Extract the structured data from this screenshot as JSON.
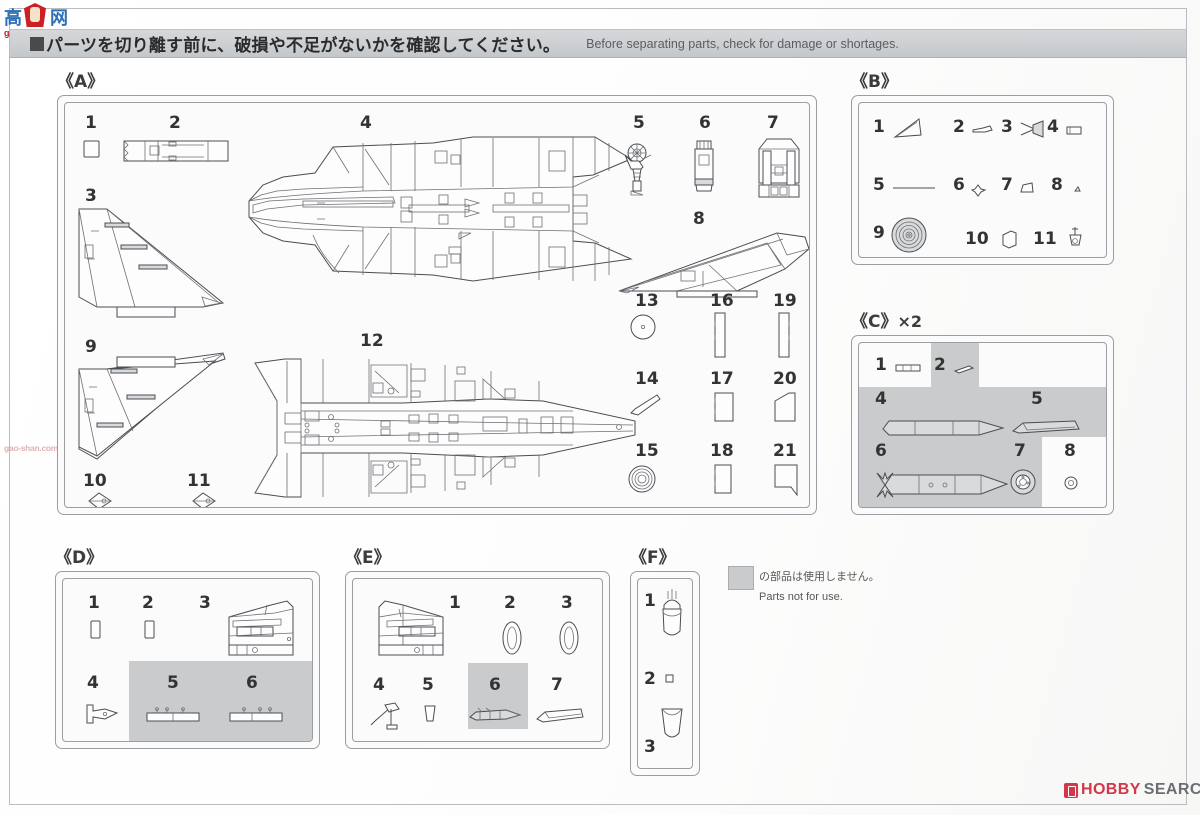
{
  "header": {
    "marker_icon": "filled-square-bullet",
    "jp_text": "パーツを切り離す前に、破損や不足がないかを確認してください。",
    "en_text": "Before separating parts, check for damage or shortages."
  },
  "legend": {
    "swatch_color": "#c9cbcc",
    "jp_text": "の部品は使用しません。",
    "en_text": "Parts not for use."
  },
  "watermark_top": {
    "cjk_left": "高",
    "cjk_right": "网",
    "domain": "gao-shan.com"
  },
  "watermark_mid": {
    "domain": "gao-shan.com"
  },
  "footer_logo": {
    "mark_icon": "hobbysearch-mark-icon",
    "hobby": "HOBBY",
    "search": "SEARCH"
  },
  "sprues": [
    {
      "id": "A",
      "label": "《A》",
      "multiplier": "",
      "parts": [
        {
          "n": "1",
          "shape": "small-square-block"
        },
        {
          "n": "2",
          "shape": "nose-gear-strut"
        },
        {
          "n": "3",
          "shape": "left-wing-upper"
        },
        {
          "n": "4",
          "shape": "fuselage-upper-half"
        },
        {
          "n": "5",
          "shape": "nose-landing-gear"
        },
        {
          "n": "6",
          "shape": "gear-bay-insert"
        },
        {
          "n": "7",
          "shape": "main-gear-bay"
        },
        {
          "n": "8",
          "shape": "vertical-stabilizer"
        },
        {
          "n": "9",
          "shape": "right-wing-upper"
        },
        {
          "n": "10",
          "shape": "main-landing-gear-left"
        },
        {
          "n": "11",
          "shape": "main-landing-gear-right"
        },
        {
          "n": "12",
          "shape": "fuselage-lower-half"
        },
        {
          "n": "13",
          "shape": "round-disc"
        },
        {
          "n": "14",
          "shape": "pitot-tube"
        },
        {
          "n": "15",
          "shape": "concentric-ring"
        },
        {
          "n": "16",
          "shape": "long-thin-bar"
        },
        {
          "n": "17",
          "shape": "small-rectangle-panel"
        },
        {
          "n": "18",
          "shape": "small-rectangle-panel"
        },
        {
          "n": "19",
          "shape": "long-thin-bar"
        },
        {
          "n": "20",
          "shape": "notched-panel"
        },
        {
          "n": "21",
          "shape": "notched-panel-flipped"
        }
      ]
    },
    {
      "id": "B",
      "label": "《B》",
      "multiplier": "",
      "parts": [
        {
          "n": "1",
          "shape": "triangular-fin"
        },
        {
          "n": "2",
          "shape": "tiny-probe"
        },
        {
          "n": "3",
          "shape": "scissor-link"
        },
        {
          "n": "4",
          "shape": "tiny-block"
        },
        {
          "n": "5",
          "shape": "long-rod"
        },
        {
          "n": "6",
          "shape": "tiny-cross"
        },
        {
          "n": "7",
          "shape": "small-quad"
        },
        {
          "n": "8",
          "shape": "micro-part"
        },
        {
          "n": "9",
          "shape": "radar-dish"
        },
        {
          "n": "10",
          "shape": "irregular-plate"
        },
        {
          "n": "11",
          "shape": "ejection-seat-handle"
        }
      ]
    },
    {
      "id": "C",
      "label": "《C》",
      "multiplier": "×2",
      "parts": [
        {
          "n": "1",
          "shape": "pylon-strip",
          "unused": false
        },
        {
          "n": "2",
          "shape": "tiny-fin",
          "unused": true
        },
        {
          "n": "4",
          "shape": "fuel-tank-body",
          "unused": true
        },
        {
          "n": "5",
          "shape": "pylon-blade",
          "unused": true
        },
        {
          "n": "6",
          "shape": "missile-body",
          "unused": true
        },
        {
          "n": "7",
          "shape": "wheel-hub",
          "unused": true
        },
        {
          "n": "8",
          "shape": "small-wheel",
          "unused": false
        }
      ]
    },
    {
      "id": "D",
      "label": "《D》",
      "multiplier": "",
      "parts": [
        {
          "n": "1",
          "shape": "small-rect-tab",
          "unused": false
        },
        {
          "n": "2",
          "shape": "small-rect-tab",
          "unused": false
        },
        {
          "n": "3",
          "shape": "intake-assembly-right",
          "unused": false
        },
        {
          "n": "4",
          "shape": "exhaust-nozzle",
          "unused": false
        },
        {
          "n": "5",
          "shape": "pylon-rail",
          "unused": true
        },
        {
          "n": "6",
          "shape": "pylon-rail",
          "unused": true
        }
      ]
    },
    {
      "id": "E",
      "label": "《E》",
      "multiplier": "",
      "parts": [
        {
          "n": "1",
          "shape": "intake-assembly-left",
          "unused": false
        },
        {
          "n": "2",
          "shape": "oval-ring",
          "unused": false
        },
        {
          "n": "3",
          "shape": "oval-ring",
          "unused": false
        },
        {
          "n": "4",
          "shape": "gear-strut-pair",
          "unused": false
        },
        {
          "n": "5",
          "shape": "small-cup",
          "unused": false
        },
        {
          "n": "6",
          "shape": "missile-slim",
          "unused": true
        },
        {
          "n": "7",
          "shape": "pylon-knife",
          "unused": false
        }
      ]
    },
    {
      "id": "F",
      "label": "《F》",
      "multiplier": "",
      "parts": [
        {
          "n": "1",
          "shape": "canopy-clear",
          "unused": false
        },
        {
          "n": "2",
          "shape": "tiny-clear-square",
          "unused": false
        },
        {
          "n": "3",
          "shape": "windscreen-clear",
          "unused": false
        }
      ]
    }
  ]
}
